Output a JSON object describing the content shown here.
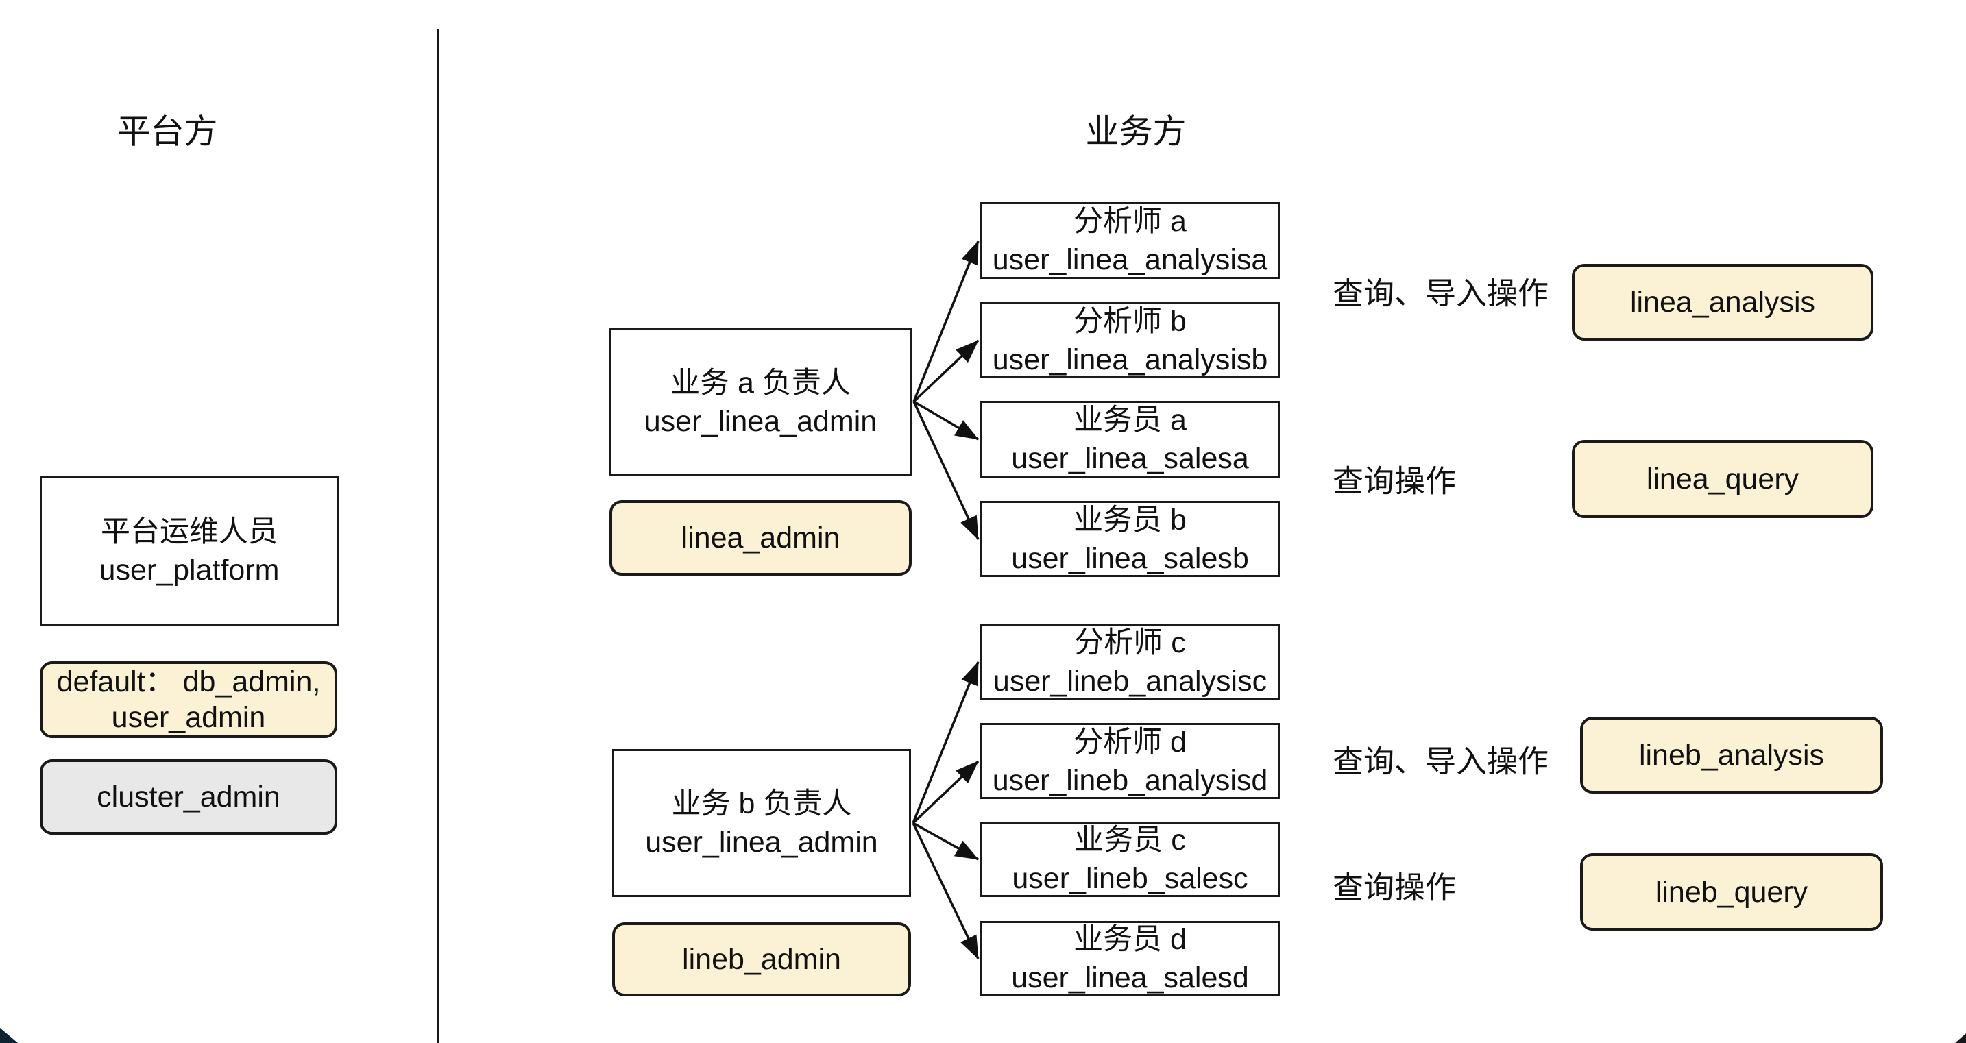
{
  "titles": {
    "platform": "平台方",
    "business": "业务方"
  },
  "platform": {
    "ops_box": {
      "line1": "平台运维人员",
      "line2": "user_platform"
    },
    "default_roles_box": {
      "line1": "default： db_admin,",
      "line2": "user_admin"
    },
    "cluster_admin_box": {
      "label": "cluster_admin"
    }
  },
  "business": {
    "group_a": {
      "owner_box": {
        "line1": "业务 a 负责人",
        "line2": "user_linea_admin"
      },
      "role_box": {
        "label": "linea_admin"
      },
      "members": [
        {
          "line1": "分析师 a",
          "line2": "user_linea_analysisa"
        },
        {
          "line1": "分析师 b",
          "line2": "user_linea_analysisb"
        },
        {
          "line1": "业务员 a",
          "line2": "user_linea_salesa"
        },
        {
          "line1": "业务员 b",
          "line2": "user_linea_salesb"
        }
      ],
      "permissions": [
        {
          "operation": "查询、导入操作",
          "role": "linea_analysis"
        },
        {
          "operation": "查询操作",
          "role": "linea_query"
        }
      ]
    },
    "group_b": {
      "owner_box": {
        "line1": "业务 b 负责人",
        "line2": "user_linea_admin"
      },
      "role_box": {
        "label": "lineb_admin"
      },
      "members": [
        {
          "line1": "分析师 c",
          "line2": "user_lineb_analysisc"
        },
        {
          "line1": "分析师 d",
          "line2": "user_lineb_analysisd"
        },
        {
          "line1": "业务员 c",
          "line2": "user_lineb_salesc"
        },
        {
          "line1": "业务员 d",
          "line2": "user_linea_salesd"
        }
      ],
      "permissions": [
        {
          "operation": "查询、导入操作",
          "role": "lineb_analysis"
        },
        {
          "operation": "查询操作",
          "role": "lineb_query"
        }
      ]
    }
  },
  "colors": {
    "highlight_fill": "#FBF2D5",
    "gray_fill": "#E8E8E8",
    "border": "#1A1A1A"
  }
}
